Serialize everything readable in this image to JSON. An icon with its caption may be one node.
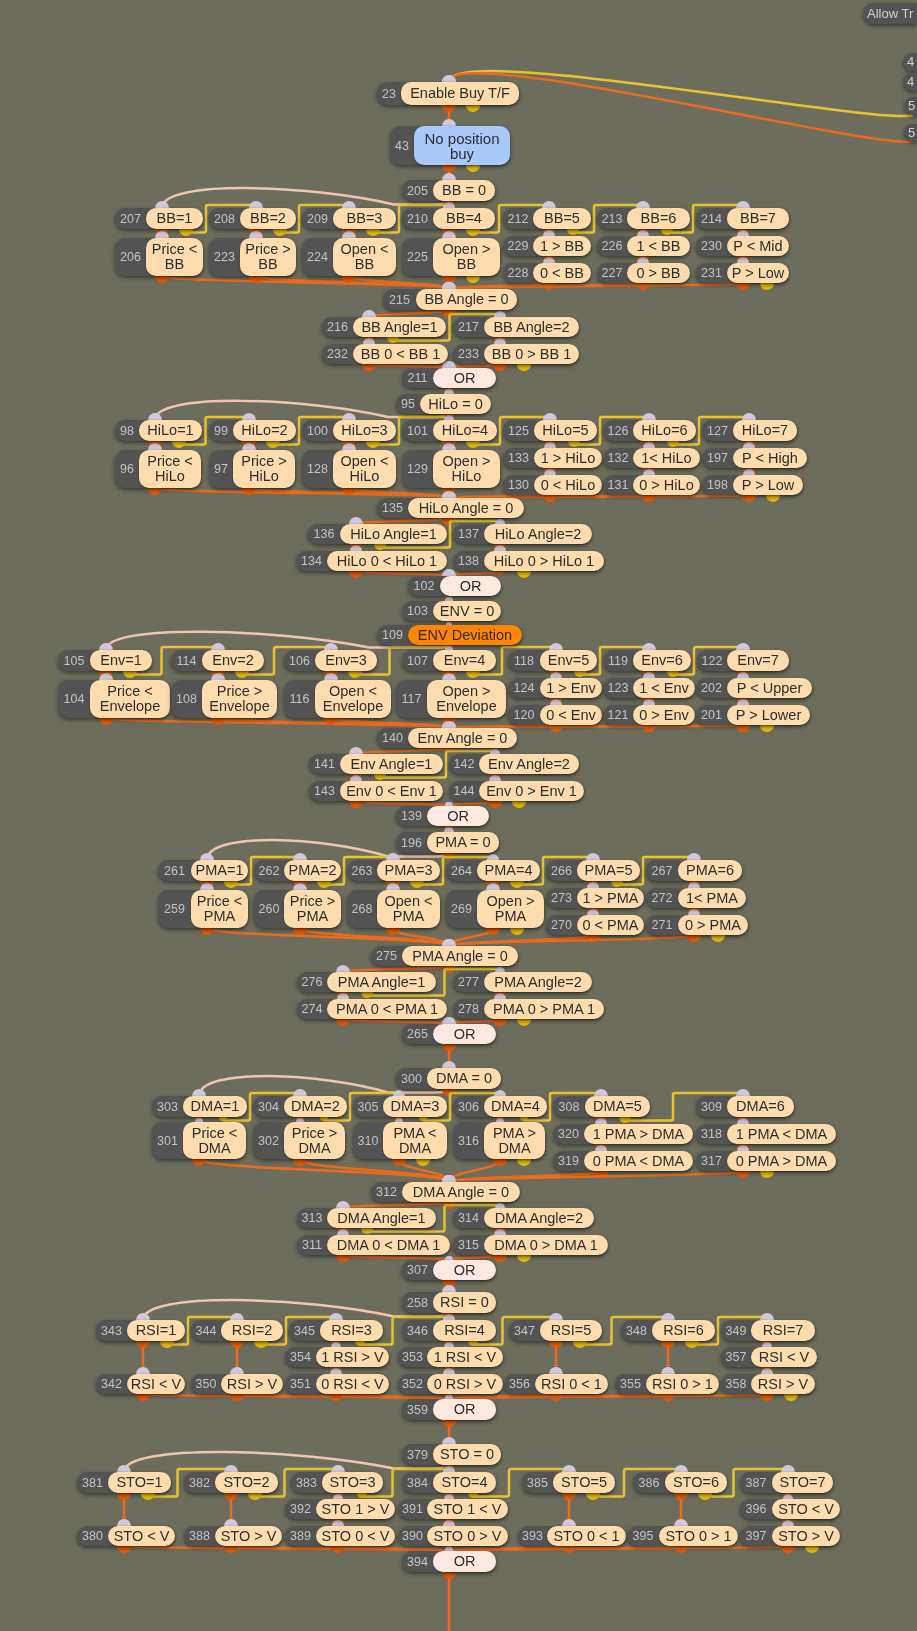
{
  "diagram": {
    "nodes": [
      {
        "text": [
          "Allow Tr"
        ]
      },
      {
        "text": [
          "4"
        ]
      },
      {
        "text": [
          "4"
        ]
      },
      {
        "text": [
          "5"
        ]
      },
      {
        "text": [
          "5"
        ]
      },
      {
        "text": [
          "23",
          "Enable Buy T/F"
        ]
      },
      {
        "text": [
          "43",
          "No position buy"
        ]
      },
      {
        "text": [
          "205",
          "BB = 0"
        ]
      },
      {
        "text": [
          "207",
          "BB=1"
        ]
      },
      {
        "text": [
          "208",
          "BB=2"
        ]
      },
      {
        "text": [
          "209",
          "BB=3"
        ]
      },
      {
        "text": [
          "210",
          "BB=4"
        ]
      },
      {
        "text": [
          "212",
          "BB=5"
        ]
      },
      {
        "text": [
          "213",
          "BB=6"
        ]
      },
      {
        "text": [
          "214",
          "BB=7"
        ]
      },
      {
        "text": [
          "206",
          "Price < BB"
        ]
      },
      {
        "text": [
          "223",
          "Price > BB"
        ]
      },
      {
        "text": [
          "224",
          "Open < BB"
        ]
      },
      {
        "text": [
          "225",
          "Open > BB"
        ]
      },
      {
        "text": [
          "229",
          "1 > BB"
        ]
      },
      {
        "text": [
          "226",
          "1 < BB"
        ]
      },
      {
        "text": [
          "230",
          "P < Mid"
        ]
      },
      {
        "text": [
          "228",
          "0 < BB"
        ]
      },
      {
        "text": [
          "227",
          "0 > BB"
        ]
      },
      {
        "text": [
          "231",
          "P > Low"
        ]
      },
      {
        "text": [
          "215",
          "BB Angle = 0"
        ]
      },
      {
        "text": [
          "216",
          "BB Angle=1"
        ]
      },
      {
        "text": [
          "217",
          "BB Angle=2"
        ]
      },
      {
        "text": [
          "232",
          "BB 0 < BB 1"
        ]
      },
      {
        "text": [
          "233",
          "BB 0 > BB 1"
        ]
      },
      {
        "text": [
          "211",
          "OR"
        ]
      },
      {
        "text": [
          "95",
          "HiLo = 0"
        ]
      },
      {
        "text": [
          "98",
          "HiLo=1"
        ]
      },
      {
        "text": [
          "99",
          "HiLo=2"
        ]
      },
      {
        "text": [
          "100",
          "HiLo=3"
        ]
      },
      {
        "text": [
          "101",
          "HiLo=4"
        ]
      },
      {
        "text": [
          "125",
          "HiLo=5"
        ]
      },
      {
        "text": [
          "126",
          "HiLo=6"
        ]
      },
      {
        "text": [
          "127",
          "HiLo=7"
        ]
      },
      {
        "text": [
          "96",
          "Price < HiLo"
        ]
      },
      {
        "text": [
          "97",
          "Price > HiLo"
        ]
      },
      {
        "text": [
          "128",
          "Open < HiLo"
        ]
      },
      {
        "text": [
          "129",
          "Open > HiLo"
        ]
      },
      {
        "text": [
          "133",
          "1 > HiLo"
        ]
      },
      {
        "text": [
          "132",
          "1< HiLo"
        ]
      },
      {
        "text": [
          "197",
          "P < High"
        ]
      },
      {
        "text": [
          "130",
          "0 < HiLo"
        ]
      },
      {
        "text": [
          "131",
          "0 > HiLo"
        ]
      },
      {
        "text": [
          "198",
          "P > Low"
        ]
      },
      {
        "text": [
          "135",
          "HiLo Angle = 0"
        ]
      },
      {
        "text": [
          "136",
          "HiLo Angle=1"
        ]
      },
      {
        "text": [
          "137",
          "HiLo Angle=2"
        ]
      },
      {
        "text": [
          "134",
          "HiLo 0 < HiLo 1"
        ]
      },
      {
        "text": [
          "138",
          "HiLo 0 > HiLo 1"
        ]
      },
      {
        "text": [
          "102",
          "OR"
        ]
      },
      {
        "text": [
          "103",
          "ENV = 0"
        ]
      },
      {
        "text": [
          "109",
          "ENV Deviation"
        ]
      },
      {
        "text": [
          "105",
          "Env=1"
        ]
      },
      {
        "text": [
          "114",
          "Env=2"
        ]
      },
      {
        "text": [
          "106",
          "Env=3"
        ]
      },
      {
        "text": [
          "107",
          "Env=4"
        ]
      },
      {
        "text": [
          "118",
          "Env=5"
        ]
      },
      {
        "text": [
          "119",
          "Env=6"
        ]
      },
      {
        "text": [
          "122",
          "Env=7"
        ]
      },
      {
        "text": [
          "104",
          "Price < Envelope"
        ]
      },
      {
        "text": [
          "108",
          "Price > Envelope"
        ]
      },
      {
        "text": [
          "116",
          "Open < Envelope"
        ]
      },
      {
        "text": [
          "117",
          "Open > Envelope"
        ]
      },
      {
        "text": [
          "124",
          "1 > Env"
        ]
      },
      {
        "text": [
          "123",
          "1 < Env"
        ]
      },
      {
        "text": [
          "202",
          "P < Upper"
        ]
      },
      {
        "text": [
          "120",
          "0 < Env"
        ]
      },
      {
        "text": [
          "121",
          "0 > Env"
        ]
      },
      {
        "text": [
          "201",
          "P > Lower"
        ]
      },
      {
        "text": [
          "140",
          "Env Angle = 0"
        ]
      },
      {
        "text": [
          "141",
          "Env Angle=1"
        ]
      },
      {
        "text": [
          "142",
          "Env Angle=2"
        ]
      },
      {
        "text": [
          "143",
          "Env 0 < Env 1"
        ]
      },
      {
        "text": [
          "144",
          "Env 0 > Env 1"
        ]
      },
      {
        "text": [
          "139",
          "OR"
        ]
      },
      {
        "text": [
          "196",
          "PMA = 0"
        ]
      },
      {
        "text": [
          "261",
          "PMA=1"
        ]
      },
      {
        "text": [
          "262",
          "PMA=2"
        ]
      },
      {
        "text": [
          "263",
          "PMA=3"
        ]
      },
      {
        "text": [
          "264",
          "PMA=4"
        ]
      },
      {
        "text": [
          "266",
          "PMA=5"
        ]
      },
      {
        "text": [
          "267",
          "PMA=6"
        ]
      },
      {
        "text": [
          "259",
          "Price < PMA"
        ]
      },
      {
        "text": [
          "260",
          "Price > PMA"
        ]
      },
      {
        "text": [
          "268",
          "Open < PMA"
        ]
      },
      {
        "text": [
          "269",
          "Open > PMA"
        ]
      },
      {
        "text": [
          "273",
          "1 > PMA"
        ]
      },
      {
        "text": [
          "272",
          "1< PMA"
        ]
      },
      {
        "text": [
          "270",
          "0 < PMA"
        ]
      },
      {
        "text": [
          "271",
          "0 > PMA"
        ]
      },
      {
        "text": [
          "275",
          "PMA Angle = 0"
        ]
      },
      {
        "text": [
          "276",
          "PMA Angle=1"
        ]
      },
      {
        "text": [
          "277",
          "PMA Angle=2"
        ]
      },
      {
        "text": [
          "274",
          "PMA 0 < PMA 1"
        ]
      },
      {
        "text": [
          "278",
          "PMA 0 > PMA 1"
        ]
      },
      {
        "text": [
          "265",
          "OR"
        ]
      },
      {
        "text": [
          "300",
          "DMA = 0"
        ]
      },
      {
        "text": [
          "303",
          "DMA=1"
        ]
      },
      {
        "text": [
          "304",
          "DMA=2"
        ]
      },
      {
        "text": [
          "305",
          "DMA=3"
        ]
      },
      {
        "text": [
          "306",
          "DMA=4"
        ]
      },
      {
        "text": [
          "308",
          "DMA=5"
        ]
      },
      {
        "text": [
          "309",
          "DMA=6"
        ]
      },
      {
        "text": [
          "301",
          "Price < DMA"
        ]
      },
      {
        "text": [
          "302",
          "Price > DMA"
        ]
      },
      {
        "text": [
          "310",
          "PMA < DMA"
        ]
      },
      {
        "text": [
          "316",
          "PMA > DMA"
        ]
      },
      {
        "text": [
          "320",
          "1 PMA > DMA"
        ]
      },
      {
        "text": [
          "318",
          "1 PMA < DMA"
        ]
      },
      {
        "text": [
          "319",
          "0 PMA < DMA"
        ]
      },
      {
        "text": [
          "317",
          "0 PMA > DMA"
        ]
      },
      {
        "text": [
          "312",
          "DMA Angle = 0"
        ]
      },
      {
        "text": [
          "313",
          "DMA Angle=1"
        ]
      },
      {
        "text": [
          "314",
          "DMA Angle=2"
        ]
      },
      {
        "text": [
          "311",
          "DMA 0 < DMA 1"
        ]
      },
      {
        "text": [
          "315",
          "DMA 0 > DMA 1"
        ]
      },
      {
        "text": [
          "307",
          "OR"
        ]
      },
      {
        "text": [
          "258",
          "RSI = 0"
        ]
      },
      {
        "text": [
          "343",
          "RSI=1"
        ]
      },
      {
        "text": [
          "344",
          "RSI=2"
        ]
      },
      {
        "text": [
          "345",
          "RSI=3"
        ]
      },
      {
        "text": [
          "346",
          "RSI=4"
        ]
      },
      {
        "text": [
          "347",
          "RSI=5"
        ]
      },
      {
        "text": [
          "348",
          "RSI=6"
        ]
      },
      {
        "text": [
          "349",
          "RSI=7"
        ]
      },
      {
        "text": [
          "354",
          "1 RSI > V"
        ]
      },
      {
        "text": [
          "353",
          "1 RSI < V"
        ]
      },
      {
        "text": [
          "357",
          "RSI < V"
        ]
      },
      {
        "text": [
          "342",
          "RSI < V"
        ]
      },
      {
        "text": [
          "350",
          "RSI > V"
        ]
      },
      {
        "text": [
          "351",
          "0 RSI < V"
        ]
      },
      {
        "text": [
          "352",
          "0 RSI > V"
        ]
      },
      {
        "text": [
          "356",
          "RSI 0 < 1"
        ]
      },
      {
        "text": [
          "355",
          "RSI 0 > 1"
        ]
      },
      {
        "text": [
          "358",
          "RSI > V"
        ]
      },
      {
        "text": [
          "359",
          "OR"
        ]
      },
      {
        "text": [
          "379",
          "STO = 0"
        ]
      },
      {
        "text": [
          "381",
          "STO=1"
        ]
      },
      {
        "text": [
          "382",
          "STO=2"
        ]
      },
      {
        "text": [
          "383",
          "STO=3"
        ]
      },
      {
        "text": [
          "384",
          "STO=4"
        ]
      },
      {
        "text": [
          "385",
          "STO=5"
        ]
      },
      {
        "text": [
          "386",
          "STO=6"
        ]
      },
      {
        "text": [
          "387",
          "STO=7"
        ]
      },
      {
        "text": [
          "392",
          "STO 1 > V"
        ]
      },
      {
        "text": [
          "391",
          "STO 1 < V"
        ]
      },
      {
        "text": [
          "396",
          "STO < V"
        ]
      },
      {
        "text": [
          "380",
          "STO < V"
        ]
      },
      {
        "text": [
          "388",
          "STO > V"
        ]
      },
      {
        "text": [
          "389",
          "STO 0 < V"
        ]
      },
      {
        "text": [
          "390",
          "STO 0 > V"
        ]
      },
      {
        "text": [
          "393",
          "STO 0 < 1"
        ]
      },
      {
        "text": [
          "395",
          "STO 0 > 1"
        ]
      },
      {
        "text": [
          "397",
          "STO > V"
        ]
      },
      {
        "text": [
          "394",
          "OR"
        ]
      }
    ],
    "edges": [
      {
        "from": 3,
        "to": 5,
        "arrow": "other",
        "color": "#e8c232"
      },
      {
        "from": 4,
        "to": 5,
        "arrow": "other"
      },
      {
        "from": 5,
        "to": 6,
        "arrow": "other"
      },
      {
        "from": 6,
        "to": 7,
        "arrow": "other"
      },
      {
        "from": 7,
        "to": 8,
        "arrow": "other",
        "color": "#f4c5ae"
      },
      {
        "from": 8,
        "to": 9,
        "arrow": "other",
        "color": "#e8c232"
      },
      {
        "from": 9,
        "to": 10,
        "arrow": "other",
        "color": "#e8c232"
      },
      {
        "from": 10,
        "to": 11,
        "arrow": "other",
        "color": "#e8c232"
      },
      {
        "from": 11,
        "to": 12,
        "arrow": "other",
        "color": "#e8c232"
      },
      {
        "from": 12,
        "to": 13,
        "arrow": "other",
        "color": "#e8c232"
      },
      {
        "from": 13,
        "to": 14,
        "arrow": "other",
        "color": "#e8c232"
      },
      {
        "from": 8,
        "to": 15,
        "arrow": "other"
      },
      {
        "from": 9,
        "to": 16,
        "arrow": "other"
      },
      {
        "from": 10,
        "to": 17,
        "arrow": "other"
      },
      {
        "from": 11,
        "to": 18,
        "arrow": "other"
      },
      {
        "from": 12,
        "to": 19,
        "arrow": "other"
      },
      {
        "from": 13,
        "to": 20,
        "arrow": "other"
      },
      {
        "from": 14,
        "to": 21,
        "arrow": "other"
      },
      {
        "from": 19,
        "to": 22,
        "arrow": "other"
      },
      {
        "from": 20,
        "to": 23,
        "arrow": "other"
      },
      {
        "from": 21,
        "to": 24,
        "arrow": "other"
      },
      {
        "from": 15,
        "to": 25,
        "arrow": "other"
      },
      {
        "from": 16,
        "to": 25,
        "arrow": "other"
      },
      {
        "from": 17,
        "to": 25,
        "arrow": "other"
      },
      {
        "from": 18,
        "to": 25,
        "arrow": "other"
      },
      {
        "from": 22,
        "to": 25,
        "arrow": "other"
      },
      {
        "from": 23,
        "to": 25,
        "arrow": "other"
      },
      {
        "from": 24,
        "to": 25,
        "arrow": "other"
      },
      {
        "from": 25,
        "to": 26,
        "arrow": "other"
      },
      {
        "from": 26,
        "to": 27,
        "arrow": "other",
        "color": "#e8c232"
      },
      {
        "from": 26,
        "to": 28,
        "arrow": "other"
      },
      {
        "from": 27,
        "to": 29,
        "arrow": "other"
      },
      {
        "from": 28,
        "to": 30,
        "arrow": "other"
      },
      {
        "from": 29,
        "to": 30,
        "arrow": "other"
      },
      {
        "from": 30,
        "to": 31,
        "arrow": "other"
      },
      {
        "from": 31,
        "to": 32,
        "arrow": "other",
        "color": "#f4c5ae"
      },
      {
        "from": 32,
        "to": 33,
        "arrow": "other",
        "color": "#e8c232"
      },
      {
        "from": 33,
        "to": 34,
        "arrow": "other",
        "color": "#e8c232"
      },
      {
        "from": 34,
        "to": 35,
        "arrow": "other",
        "color": "#e8c232"
      },
      {
        "from": 35,
        "to": 36,
        "arrow": "other",
        "color": "#e8c232"
      },
      {
        "from": 36,
        "to": 37,
        "arrow": "other",
        "color": "#e8c232"
      },
      {
        "from": 37,
        "to": 38,
        "arrow": "other",
        "color": "#e8c232"
      },
      {
        "from": 32,
        "to": 39,
        "arrow": "other"
      },
      {
        "from": 33,
        "to": 40,
        "arrow": "other"
      },
      {
        "from": 34,
        "to": 41,
        "arrow": "other"
      },
      {
        "from": 35,
        "to": 42,
        "arrow": "other"
      },
      {
        "from": 36,
        "to": 43,
        "arrow": "other"
      },
      {
        "from": 37,
        "to": 44,
        "arrow": "other"
      },
      {
        "from": 38,
        "to": 45,
        "arrow": "other"
      },
      {
        "from": 43,
        "to": 46,
        "arrow": "other"
      },
      {
        "from": 44,
        "to": 47,
        "arrow": "other"
      },
      {
        "from": 45,
        "to": 48,
        "arrow": "other"
      },
      {
        "from": 39,
        "to": 49,
        "arrow": "other"
      },
      {
        "from": 40,
        "to": 49,
        "arrow": "other"
      },
      {
        "from": 41,
        "to": 49,
        "arrow": "other"
      },
      {
        "from": 42,
        "to": 49,
        "arrow": "other"
      },
      {
        "from": 46,
        "to": 49,
        "arrow": "other"
      },
      {
        "from": 47,
        "to": 49,
        "arrow": "other"
      },
      {
        "from": 48,
        "to": 49,
        "arrow": "other"
      },
      {
        "from": 49,
        "to": 50,
        "arrow": "other"
      },
      {
        "from": 50,
        "to": 51,
        "arrow": "other",
        "color": "#e8c232"
      },
      {
        "from": 50,
        "to": 52,
        "arrow": "other"
      },
      {
        "from": 51,
        "to": 53,
        "arrow": "other"
      },
      {
        "from": 52,
        "to": 54,
        "arrow": "other"
      },
      {
        "from": 53,
        "to": 54,
        "arrow": "other"
      },
      {
        "from": 54,
        "to": 55,
        "arrow": "other"
      },
      {
        "from": 55,
        "to": 56,
        "arrow": "other"
      },
      {
        "from": 56,
        "to": 57,
        "arrow": "other",
        "color": "#f4c5ae"
      },
      {
        "from": 57,
        "to": 58,
        "arrow": "other",
        "color": "#e8c232"
      },
      {
        "from": 58,
        "to": 59,
        "arrow": "other",
        "color": "#e8c232"
      },
      {
        "from": 59,
        "to": 60,
        "arrow": "other",
        "color": "#e8c232"
      },
      {
        "from": 60,
        "to": 61,
        "arrow": "other",
        "color": "#e8c232"
      },
      {
        "from": 61,
        "to": 62,
        "arrow": "other",
        "color": "#e8c232"
      },
      {
        "from": 62,
        "to": 63,
        "arrow": "other",
        "color": "#e8c232"
      },
      {
        "from": 57,
        "to": 64,
        "arrow": "other"
      },
      {
        "from": 58,
        "to": 65,
        "arrow": "other"
      },
      {
        "from": 59,
        "to": 66,
        "arrow": "other"
      },
      {
        "from": 60,
        "to": 67,
        "arrow": "other"
      },
      {
        "from": 61,
        "to": 68,
        "arrow": "other"
      },
      {
        "from": 62,
        "to": 69,
        "arrow": "other"
      },
      {
        "from": 63,
        "to": 70,
        "arrow": "other"
      },
      {
        "from": 68,
        "to": 71,
        "arrow": "other"
      },
      {
        "from": 69,
        "to": 72,
        "arrow": "other"
      },
      {
        "from": 70,
        "to": 73,
        "arrow": "other"
      },
      {
        "from": 64,
        "to": 74,
        "arrow": "other"
      },
      {
        "from": 65,
        "to": 74,
        "arrow": "other"
      },
      {
        "from": 66,
        "to": 74,
        "arrow": "other"
      },
      {
        "from": 67,
        "to": 74,
        "arrow": "other"
      },
      {
        "from": 71,
        "to": 74,
        "arrow": "other"
      },
      {
        "from": 72,
        "to": 74,
        "arrow": "other"
      },
      {
        "from": 73,
        "to": 74,
        "arrow": "other"
      },
      {
        "from": 74,
        "to": 75,
        "arrow": "other"
      },
      {
        "from": 75,
        "to": 76,
        "arrow": "other",
        "color": "#e8c232"
      },
      {
        "from": 75,
        "to": 77,
        "arrow": "other"
      },
      {
        "from": 76,
        "to": 78,
        "arrow": "other"
      },
      {
        "from": 77,
        "to": 79,
        "arrow": "other"
      },
      {
        "from": 78,
        "to": 79,
        "arrow": "other"
      },
      {
        "from": 79,
        "to": 80,
        "arrow": "other"
      },
      {
        "from": 80,
        "to": 81,
        "arrow": "other",
        "color": "#f4c5ae"
      },
      {
        "from": 81,
        "to": 82,
        "arrow": "other",
        "color": "#e8c232"
      },
      {
        "from": 82,
        "to": 83,
        "arrow": "other",
        "color": "#e8c232"
      },
      {
        "from": 83,
        "to": 84,
        "arrow": "other",
        "color": "#e8c232"
      },
      {
        "from": 84,
        "to": 85,
        "arrow": "other",
        "color": "#e8c232"
      },
      {
        "from": 85,
        "to": 86,
        "arrow": "other",
        "color": "#e8c232"
      },
      {
        "from": 81,
        "to": 87,
        "arrow": "other"
      },
      {
        "from": 82,
        "to": 88,
        "arrow": "other"
      },
      {
        "from": 83,
        "to": 89,
        "arrow": "other"
      },
      {
        "from": 84,
        "to": 90,
        "arrow": "other"
      },
      {
        "from": 85,
        "to": 91,
        "arrow": "other"
      },
      {
        "from": 86,
        "to": 92,
        "arrow": "other"
      },
      {
        "from": 91,
        "to": 93,
        "arrow": "other"
      },
      {
        "from": 92,
        "to": 94,
        "arrow": "other"
      },
      {
        "from": 87,
        "to": 95,
        "arrow": "other"
      },
      {
        "from": 88,
        "to": 95,
        "arrow": "other"
      },
      {
        "from": 89,
        "to": 95,
        "arrow": "other"
      },
      {
        "from": 90,
        "to": 95,
        "arrow": "other"
      },
      {
        "from": 93,
        "to": 95,
        "arrow": "other"
      },
      {
        "from": 94,
        "to": 95,
        "arrow": "other"
      },
      {
        "from": 95,
        "to": 96,
        "arrow": "other"
      },
      {
        "from": 96,
        "to": 97,
        "arrow": "other",
        "color": "#e8c232"
      },
      {
        "from": 96,
        "to": 98,
        "arrow": "other"
      },
      {
        "from": 97,
        "to": 99,
        "arrow": "other"
      },
      {
        "from": 98,
        "to": 100,
        "arrow": "other"
      },
      {
        "from": 99,
        "to": 100,
        "arrow": "other"
      },
      {
        "from": 100,
        "to": 101,
        "arrow": "other"
      },
      {
        "from": 101,
        "to": 102,
        "arrow": "other",
        "color": "#f4c5ae"
      },
      {
        "from": 102,
        "to": 103,
        "arrow": "other",
        "color": "#e8c232"
      },
      {
        "from": 103,
        "to": 104,
        "arrow": "other",
        "color": "#e8c232"
      },
      {
        "from": 104,
        "to": 105,
        "arrow": "other",
        "color": "#e8c232"
      },
      {
        "from": 105,
        "to": 106,
        "arrow": "other",
        "color": "#e8c232"
      },
      {
        "from": 106,
        "to": 107,
        "arrow": "other",
        "color": "#e8c232"
      },
      {
        "from": 102,
        "to": 108,
        "arrow": "other"
      },
      {
        "from": 103,
        "to": 109,
        "arrow": "other"
      },
      {
        "from": 104,
        "to": 110,
        "arrow": "other"
      },
      {
        "from": 105,
        "to": 111,
        "arrow": "other"
      },
      {
        "from": 106,
        "to": 112,
        "arrow": "other"
      },
      {
        "from": 107,
        "to": 113,
        "arrow": "other"
      },
      {
        "from": 112,
        "to": 114,
        "arrow": "other"
      },
      {
        "from": 113,
        "to": 115,
        "arrow": "other"
      },
      {
        "from": 108,
        "to": 116,
        "arrow": "other"
      },
      {
        "from": 109,
        "to": 116,
        "arrow": "other"
      },
      {
        "from": 110,
        "to": 116,
        "arrow": "other"
      },
      {
        "from": 111,
        "to": 116,
        "arrow": "other"
      },
      {
        "from": 114,
        "to": 116,
        "arrow": "other"
      },
      {
        "from": 115,
        "to": 116,
        "arrow": "other"
      },
      {
        "from": 116,
        "to": 117,
        "arrow": "other"
      },
      {
        "from": 117,
        "to": 118,
        "arrow": "other",
        "color": "#e8c232"
      },
      {
        "from": 117,
        "to": 119,
        "arrow": "other"
      },
      {
        "from": 118,
        "to": 120,
        "arrow": "other"
      },
      {
        "from": 119,
        "to": 121,
        "arrow": "other"
      },
      {
        "from": 120,
        "to": 121,
        "arrow": "other"
      },
      {
        "from": 121,
        "to": 122,
        "arrow": "other"
      },
      {
        "from": 122,
        "to": 123,
        "arrow": "other",
        "color": "#f4c5ae"
      },
      {
        "from": 123,
        "to": 124,
        "arrow": "other",
        "color": "#e8c232"
      },
      {
        "from": 124,
        "to": 125,
        "arrow": "other",
        "color": "#e8c232"
      },
      {
        "from": 125,
        "to": 126,
        "arrow": "other",
        "color": "#e8c232"
      },
      {
        "from": 126,
        "to": 127,
        "arrow": "other",
        "color": "#e8c232"
      },
      {
        "from": 127,
        "to": 128,
        "arrow": "other",
        "color": "#e8c232"
      },
      {
        "from": 128,
        "to": 129,
        "arrow": "other",
        "color": "#e8c232"
      },
      {
        "from": 123,
        "to": 133,
        "arrow": "other"
      },
      {
        "from": 124,
        "to": 134,
        "arrow": "other"
      },
      {
        "from": 125,
        "to": 130,
        "arrow": "other"
      },
      {
        "from": 126,
        "to": 131,
        "arrow": "other"
      },
      {
        "from": 127,
        "to": 137,
        "arrow": "other"
      },
      {
        "from": 128,
        "to": 138,
        "arrow": "other"
      },
      {
        "from": 129,
        "to": 132,
        "arrow": "other"
      },
      {
        "from": 130,
        "to": 135,
        "arrow": "other"
      },
      {
        "from": 131,
        "to": 136,
        "arrow": "other"
      },
      {
        "from": 132,
        "to": 139,
        "arrow": "other"
      },
      {
        "from": 133,
        "to": 140,
        "arrow": "other"
      },
      {
        "from": 134,
        "to": 140,
        "arrow": "other"
      },
      {
        "from": 135,
        "to": 140,
        "arrow": "other"
      },
      {
        "from": 136,
        "to": 140,
        "arrow": "other"
      },
      {
        "from": 137,
        "to": 140,
        "arrow": "other"
      },
      {
        "from": 138,
        "to": 140,
        "arrow": "other"
      },
      {
        "from": 139,
        "to": 140,
        "arrow": "other"
      },
      {
        "from": 140,
        "to": 141,
        "arrow": "other"
      },
      {
        "from": 141,
        "to": 142,
        "arrow": "other",
        "color": "#f4c5ae"
      },
      {
        "from": 142,
        "to": 143,
        "arrow": "other",
        "color": "#e8c232"
      },
      {
        "from": 143,
        "to": 144,
        "arrow": "other",
        "color": "#e8c232"
      },
      {
        "from": 144,
        "to": 145,
        "arrow": "other",
        "color": "#e8c232"
      },
      {
        "from": 145,
        "to": 146,
        "arrow": "other",
        "color": "#e8c232"
      },
      {
        "from": 146,
        "to": 147,
        "arrow": "other",
        "color": "#e8c232"
      },
      {
        "from": 147,
        "to": 148,
        "arrow": "other",
        "color": "#e8c232"
      },
      {
        "from": 142,
        "to": 152,
        "arrow": "other"
      },
      {
        "from": 143,
        "to": 153,
        "arrow": "other"
      },
      {
        "from": 144,
        "to": 149,
        "arrow": "other"
      },
      {
        "from": 145,
        "to": 150,
        "arrow": "other"
      },
      {
        "from": 146,
        "to": 156,
        "arrow": "other"
      },
      {
        "from": 147,
        "to": 157,
        "arrow": "other"
      },
      {
        "from": 148,
        "to": 151,
        "arrow": "other"
      },
      {
        "from": 149,
        "to": 154,
        "arrow": "other"
      },
      {
        "from": 150,
        "to": 155,
        "arrow": "other"
      },
      {
        "from": 151,
        "to": 158,
        "arrow": "other"
      },
      {
        "from": 152,
        "to": 159,
        "arrow": "other"
      },
      {
        "from": 153,
        "to": 159,
        "arrow": "other"
      },
      {
        "from": 154,
        "to": 159,
        "arrow": "other"
      },
      {
        "from": 155,
        "to": 159,
        "arrow": "other"
      },
      {
        "from": 156,
        "to": 159,
        "arrow": "other"
      },
      {
        "from": 157,
        "to": 159,
        "arrow": "other"
      },
      {
        "from": 158,
        "to": 159,
        "arrow": "other"
      },
      {
        "from": 159,
        "to": null,
        "arrow": "other"
      }
    ]
  }
}
